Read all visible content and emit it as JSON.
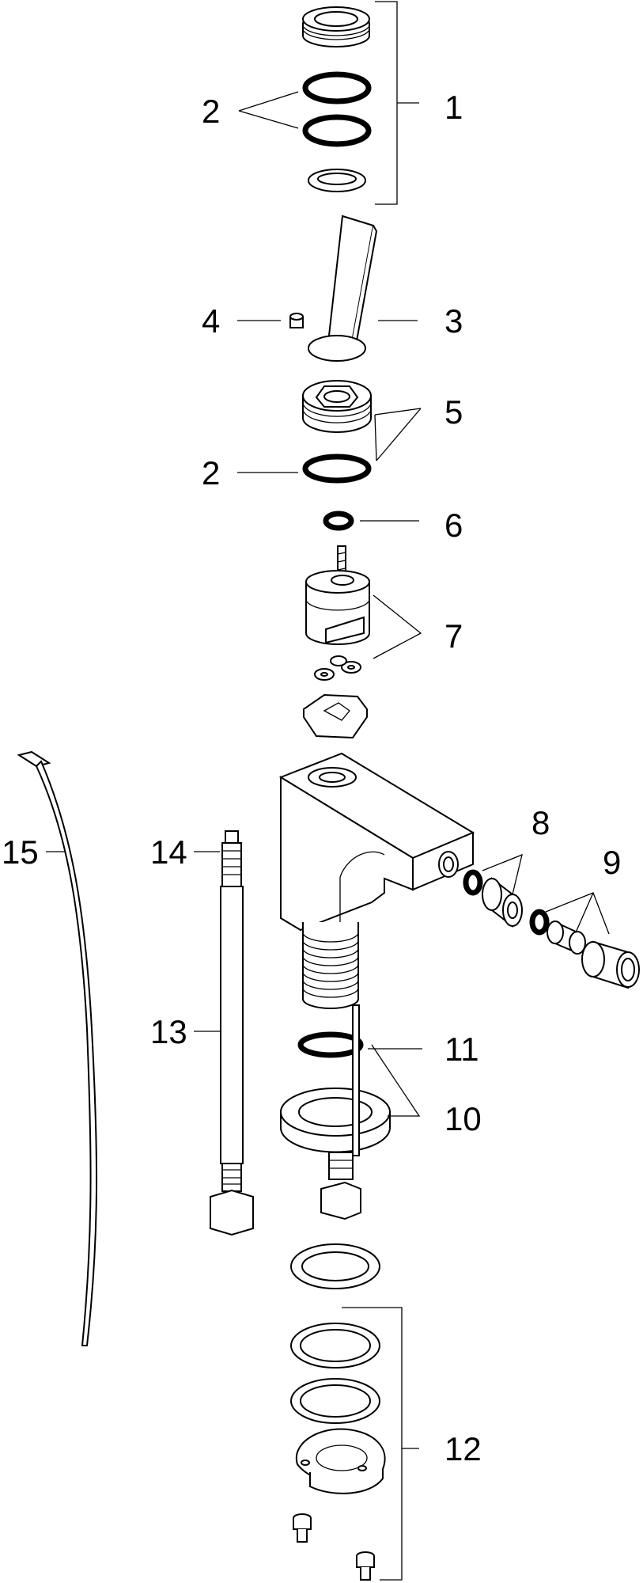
{
  "diagram": {
    "labels": {
      "l1": "1",
      "l2a": "2",
      "l2b": "2",
      "l3": "3",
      "l4": "4",
      "l5": "5",
      "l6": "6",
      "l7": "7",
      "l8": "8",
      "l9": "9",
      "l10": "10",
      "l11": "11",
      "l12": "12",
      "l13": "13",
      "l14": "14",
      "l15": "15"
    }
  }
}
